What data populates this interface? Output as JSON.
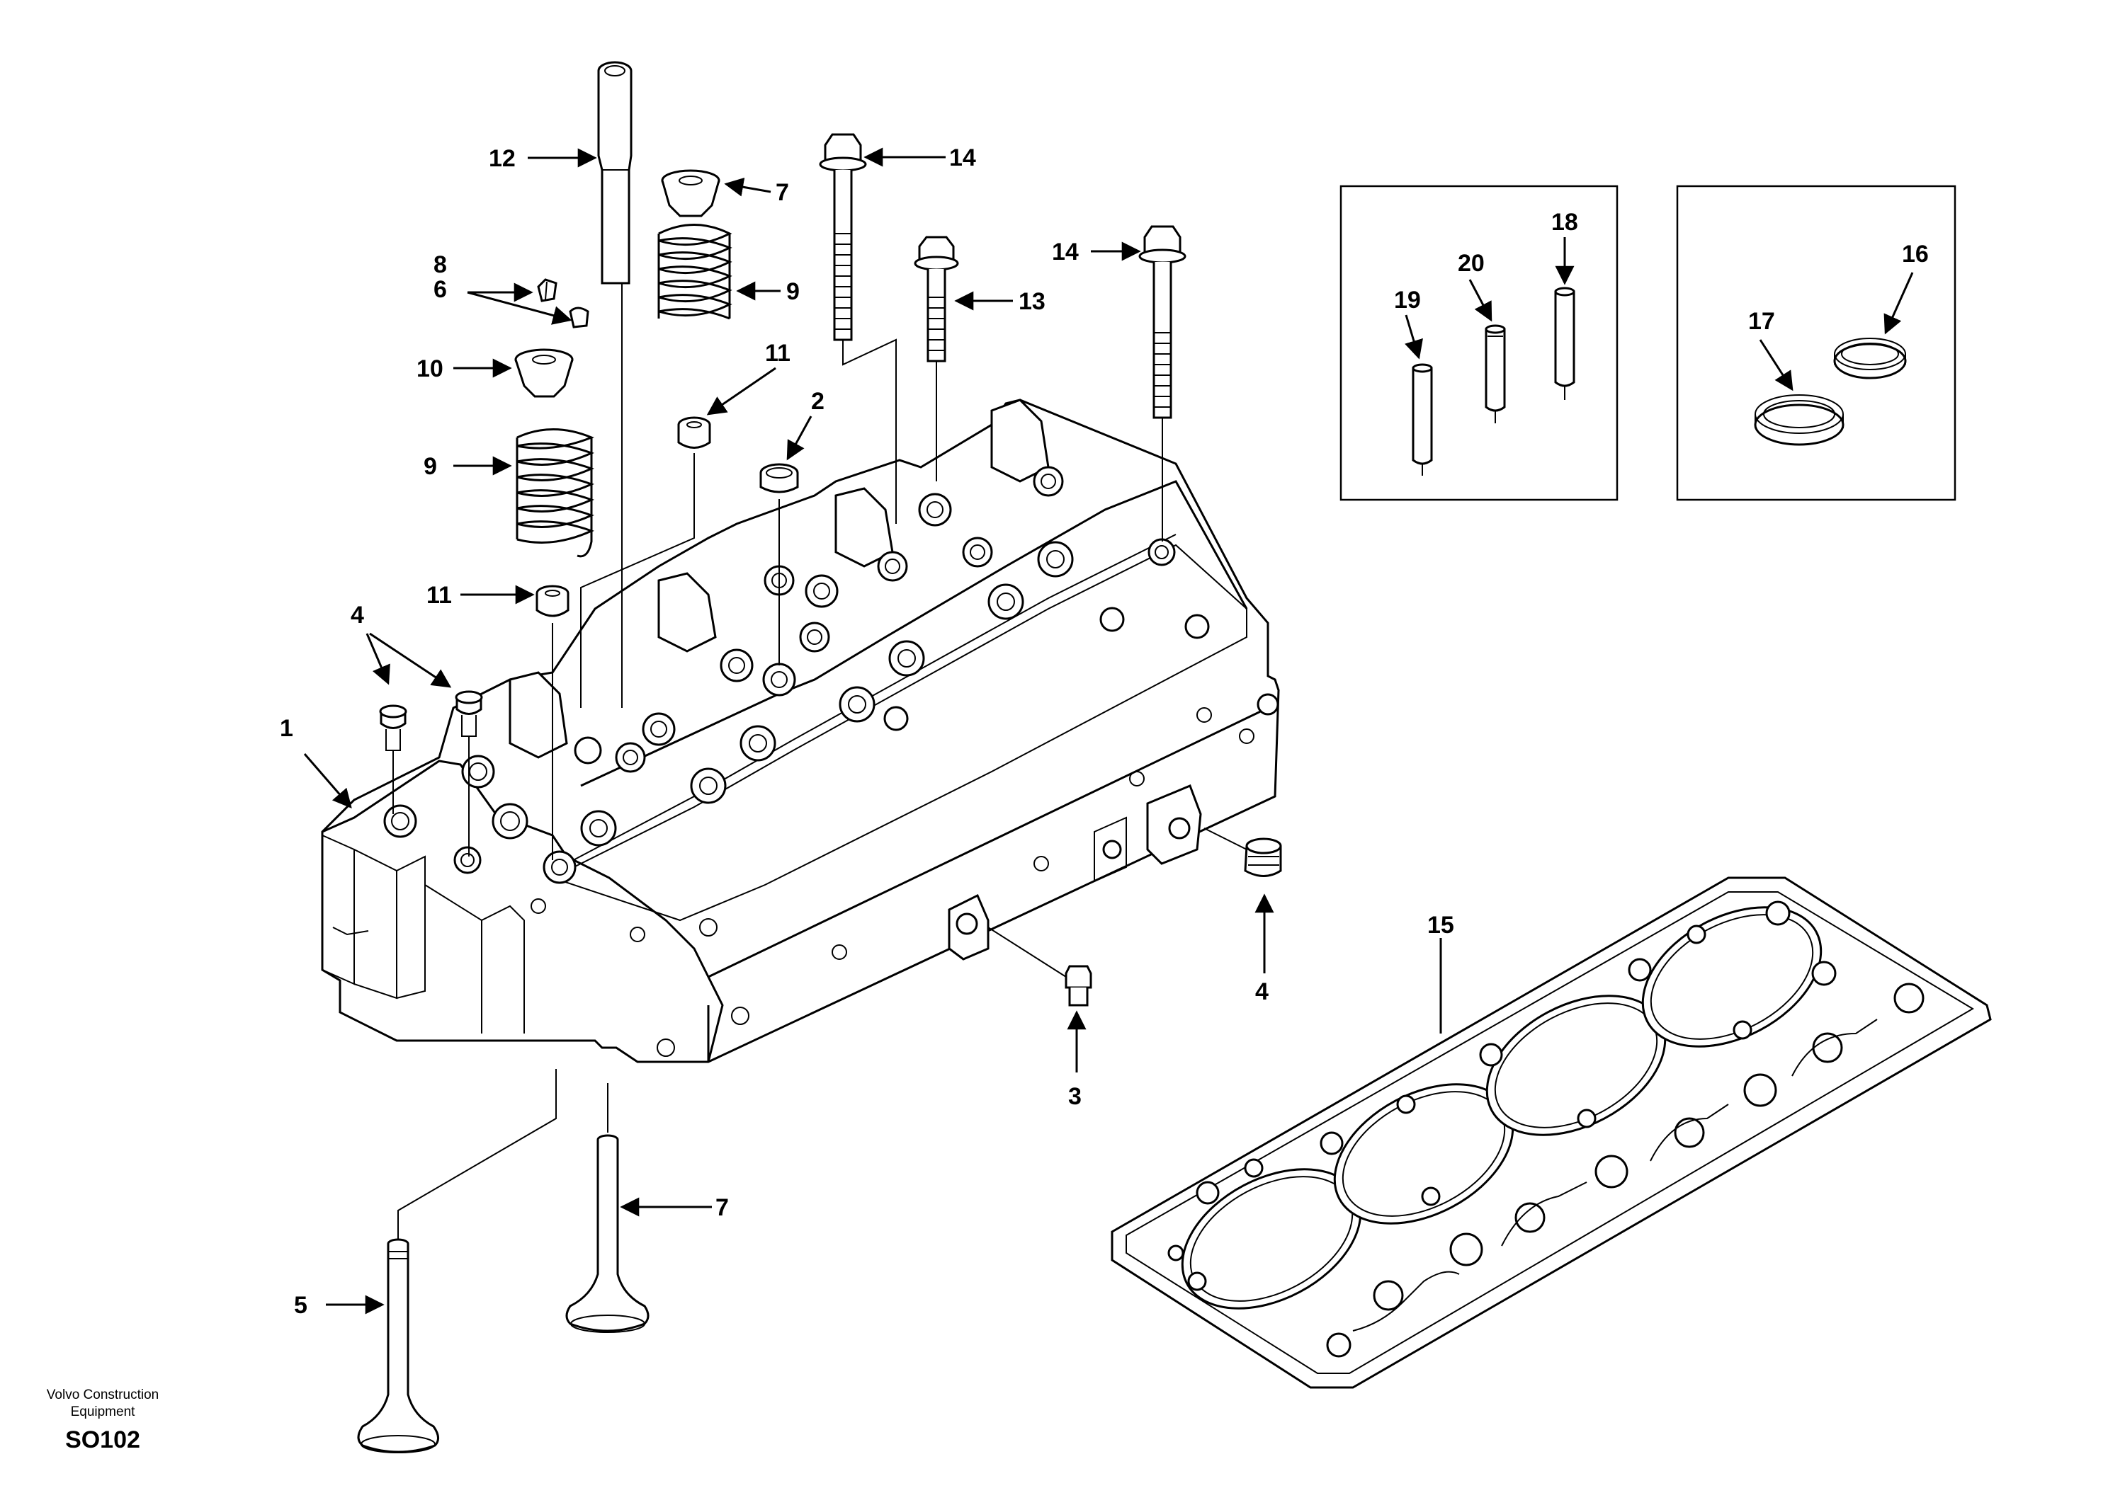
{
  "labels": {
    "l1": "1",
    "l2": "2",
    "l3": "3",
    "l4a": "4",
    "l4b": "4",
    "l5": "5",
    "l6": "6",
    "l7a": "7",
    "l7b": "7",
    "l8": "8",
    "l9a": "9",
    "l9b": "9",
    "l10": "10",
    "l11a": "11",
    "l11b": "11",
    "l12": "12",
    "l13": "13",
    "l14a": "14",
    "l14b": "14",
    "l15": "15",
    "l16": "16",
    "l17": "17",
    "l18": "18",
    "l19": "19",
    "l20": "20"
  },
  "footer": {
    "brand_line1": "Volvo Construction",
    "brand_line2": "Equipment",
    "drawing_code": "SO102"
  }
}
